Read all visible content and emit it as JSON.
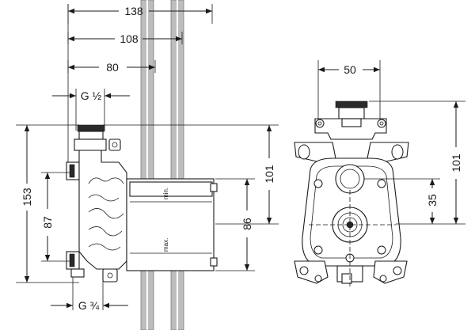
{
  "dimensions": {
    "width_138": "138",
    "width_108": "108",
    "width_80": "80",
    "thread_top": "G ½",
    "thread_bottom": "G ¾",
    "height_153": "153",
    "height_87": "87",
    "height_101_side": "101",
    "height_86": "86",
    "width_50": "50",
    "height_101_front": "101",
    "height_35": "35"
  },
  "labels": {
    "min": "min.",
    "max": "max."
  }
}
